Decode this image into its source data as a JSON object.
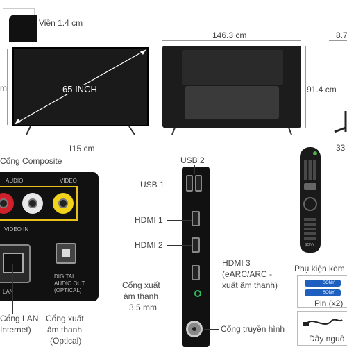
{
  "top": {
    "bezel_label": "Viền 1.4 cm",
    "screen_label": "65 INCH",
    "front_height_label": "m",
    "front_width_label": "115 cm",
    "back_width_label": "146.3 cm",
    "back_height_label": "91.4 cm",
    "side_depth_label": "8.7",
    "stand_depth_label": "33"
  },
  "composite_panel": {
    "title": "Cổng Composite",
    "print_audio": "AUDIO",
    "print_video": "VIDEO",
    "print_video_in": "VIDEO IN",
    "print_digital": "DIGITAL",
    "print_audio_out": "AUDIO OUT",
    "print_optical": "(OPTICAL)",
    "print_lan": "LAN",
    "lan_label": "Cổng LAN",
    "lan_label_2": "Internet)",
    "optical_label_1": "Cổng xuất",
    "optical_label_2": "âm thanh",
    "optical_label_3": "(Optical)"
  },
  "side_panel": {
    "usb2": "USB 2",
    "usb1": "USB 1",
    "hdmi1": "HDMI 1",
    "hdmi2": "HDMI 2",
    "hdmi3_1": "HDMI 3",
    "hdmi3_2": "(eARC/ARC -",
    "hdmi3_3": "xuất âm thanh)",
    "audio35_1": "Cổng xuất",
    "audio35_2": "âm thanh",
    "audio35_3": "3.5 mm",
    "antenna": "Cổng truyền hình"
  },
  "remote": {
    "brand": "SONY"
  },
  "accessories": {
    "title": "Phụ kiện kèm",
    "battery_brand": "SONY",
    "battery_label": "Pin (x2)",
    "cable_label": "Dây nguồ"
  },
  "colors": {
    "rca_red": "#d0202a",
    "rca_white": "#e8e8e8",
    "rca_yellow": "#f2d21b",
    "callout_yellow": "#e8c21a",
    "battery_blue": "#1f5fbf"
  }
}
